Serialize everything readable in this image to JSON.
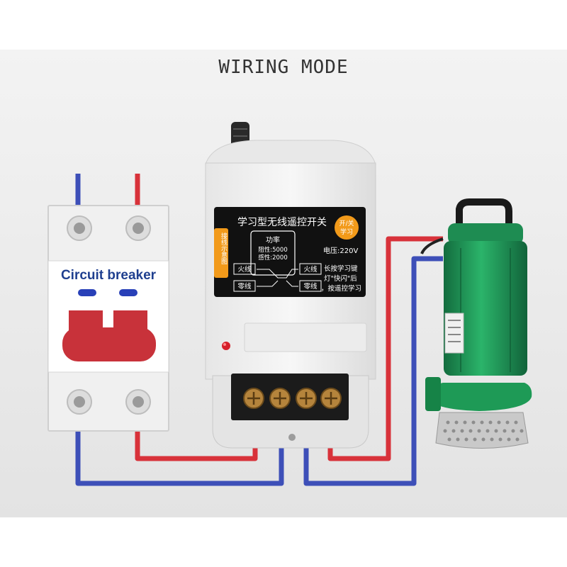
{
  "title": "WIRING MODE",
  "breaker": {
    "label": "Circuit breaker"
  },
  "switch_panel": {
    "side_tab": "接线示意图",
    "heading": "学习型无线遥控开关",
    "badge_line1": "开/关",
    "badge_line2": "学习",
    "power_title": "功率",
    "power_resistive": "阻性:5000",
    "power_inductive": "感性:2000",
    "voltage": "电压:220V",
    "live_left": "火线",
    "neutral_left": "零线",
    "live_right": "火线",
    "neutral_right": "零线",
    "instruction_1": "长按学习键",
    "instruction_2": "灯\"快闪\"后",
    "instruction_3": "，按遥控学习"
  },
  "colors": {
    "live_wire": "#d8323a",
    "neutral_wire": "#3d4fb8",
    "breaker_handle": "#c8323a",
    "pump_body": "#1f9a5a",
    "panel_bg": "#111111",
    "badge": "#f29a1a"
  }
}
